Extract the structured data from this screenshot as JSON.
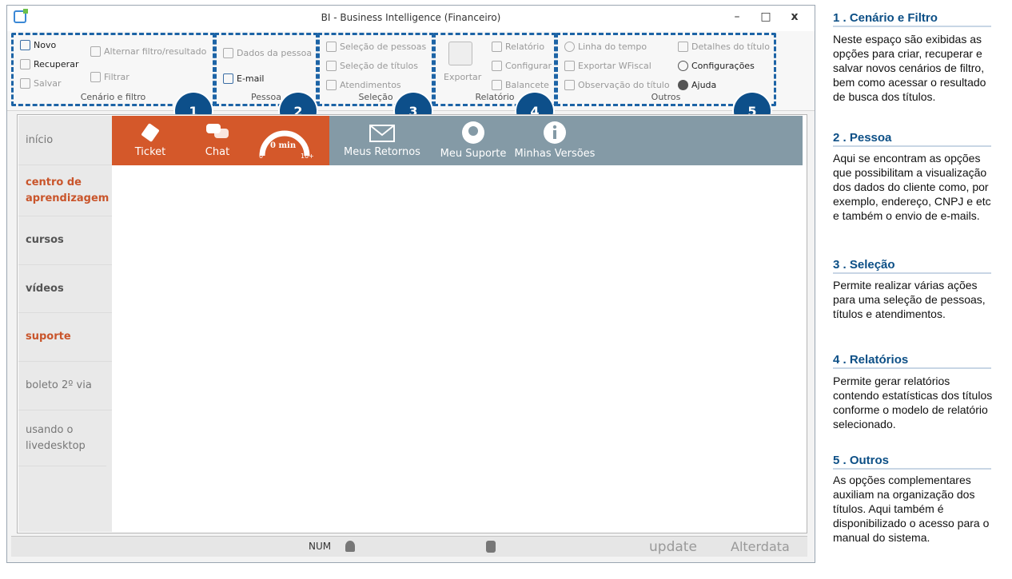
{
  "window": {
    "title": "BI - Business Intelligence (Financeiro)",
    "min": "–",
    "max": "□",
    "close": "x"
  },
  "ribbon": {
    "cenario": {
      "label": "Cenário e filtro",
      "novo": "Novo",
      "recuperar": "Recuperar",
      "salvar": "Salvar",
      "alternar": "Alternar filtro/resultado",
      "filtrar": "Filtrar"
    },
    "pessoa": {
      "label": "Pessoa",
      "dados": "Dados da pessoa",
      "email": "E-mail"
    },
    "selecao": {
      "label": "Seleção",
      "pessoas": "Seleção de pessoas",
      "titulos": "Seleção de títulos",
      "atendimentos": "Atendimentos"
    },
    "relatorio": {
      "label": "Relatório",
      "exportar": "Exportar",
      "relatorio": "Relatório",
      "configurar": "Configurar",
      "balancete": "Balancete"
    },
    "outros": {
      "label": "Outros",
      "linha": "Linha do tempo",
      "exportar_wfiscal": "Exportar WFiscal",
      "observacao": "Observação do título",
      "detalhes": "Detalhes do título",
      "configuracoes": "Configurações",
      "ajuda": "Ajuda"
    }
  },
  "badges": [
    "1",
    "2",
    "3",
    "4",
    "5"
  ],
  "sidenav": [
    "início",
    "centro de aprendizagem",
    "cursos",
    "vídeos",
    "suporte",
    "boleto 2º via",
    "usando o livedesktop"
  ],
  "toolbar": {
    "ticket": "Ticket",
    "chat": "Chat",
    "gauge_text": "0 min",
    "gauge_min": "0",
    "gauge_max": "10+",
    "retornos": "Meus Retornos",
    "suporte": "Meu Suporte",
    "versoes": "Minhas Versões"
  },
  "status": {
    "num": "NUM",
    "update": "update",
    "alterdata": "Alterdata"
  },
  "notes": [
    {
      "title": "1 . Cenário e Filtro",
      "text": "Neste espaço são exibidas as opções para criar, recuperar e salvar novos cenários de filtro, bem como acessar o resultado de busca dos títulos."
    },
    {
      "title": "2 . Pessoa",
      "text": "Aqui se encontram as opções que possibilitam a visualização dos dados do cliente como, por exemplo, endereço, CNPJ e etc e também o envio de e-mails."
    },
    {
      "title": "3 . Seleção",
      "text": "Permite realizar várias ações para uma seleção de pessoas, títulos e atendimentos."
    },
    {
      "title": "4 . Relatórios",
      "text": "Permite gerar relatórios contendo estatísticas dos títulos conforme o modelo de relatório selecionado."
    },
    {
      "title": "5 . Outros",
      "text": "As opções complementares auxiliam na organização dos títulos. Aqui também é disponibilizado o acesso para o manual do sistema."
    }
  ],
  "colors": {
    "accent": "#0c4f86",
    "orange": "#d4582a",
    "grey": "#849aa6"
  }
}
